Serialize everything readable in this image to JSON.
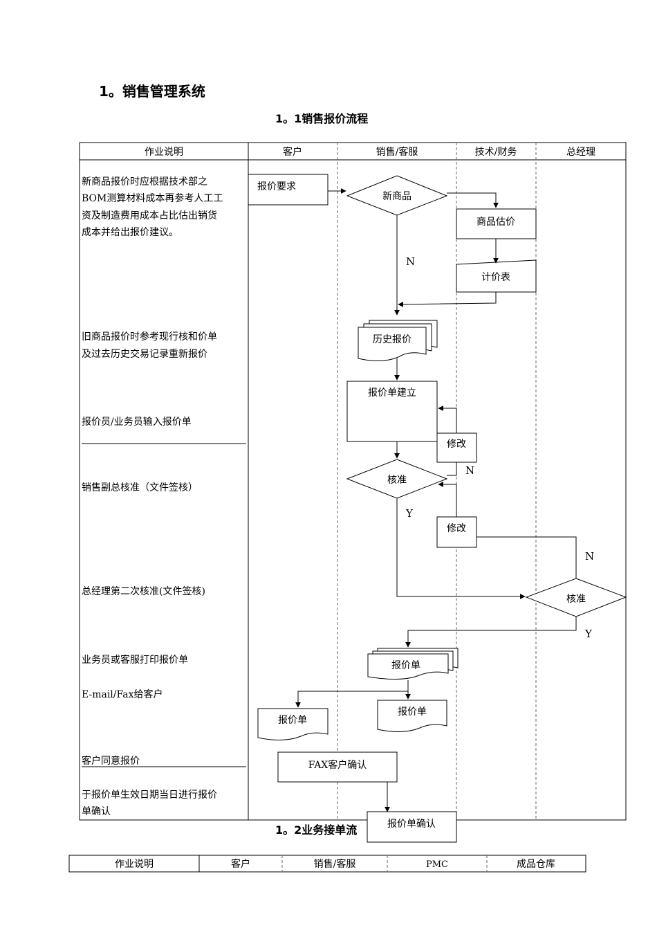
{
  "section_title": "1。销售管理系统",
  "flow1": {
    "title": "1。1销售报价流程",
    "columns": [
      "作业说明",
      "客户",
      "销售/客服",
      "技术/财务",
      "总经理"
    ],
    "descriptions": {
      "d1_line1": "新商品报价时应根据技术部之",
      "d1_line2": "BOM测算材料成本再参考人工工",
      "d1_line3": "资及制造费用成本占比估出销货",
      "d1_line4": "成本并给出报价建议。",
      "d2_line1": "旧商品报价时参考现行核和价单",
      "d2_line2": "及过去历史交易记录重新报价",
      "d3": "报价员/业务员输入报价单",
      "d4": "销售副总核准（文件签核）",
      "d5": "总经理第二次核准(文件签核)",
      "d6": "业务员或客服打印报价单",
      "d7": "E-mail/Fax给客户",
      "d8": "客户同意报价",
      "d9_line1": "于报价单生效日期当日进行报价",
      "d9_line2": "单确认"
    },
    "nodes": {
      "request": "报价要求",
      "new_product": "新商品",
      "estimate": "商品估价",
      "price_sheet": "计价表",
      "history": "历史报价",
      "create_quote": "报价单建立",
      "modify1": "修改",
      "approve1": "核准",
      "modify2": "修改",
      "approve2": "核准",
      "quote_print": "报价单",
      "quote_customer": "报价单",
      "quote_archive": "报价单",
      "fax_confirm": "FAX客户确认",
      "quote_confirm": "报价单确认"
    },
    "labels": {
      "n1": "N",
      "n2": "N",
      "y1": "Y",
      "n3": "N",
      "y2": "Y"
    }
  },
  "flow2": {
    "title_visible": "1。2业务接单流",
    "columns": [
      "作业说明",
      "客户",
      "销售/客服",
      "PMC",
      "成品仓库"
    ]
  }
}
